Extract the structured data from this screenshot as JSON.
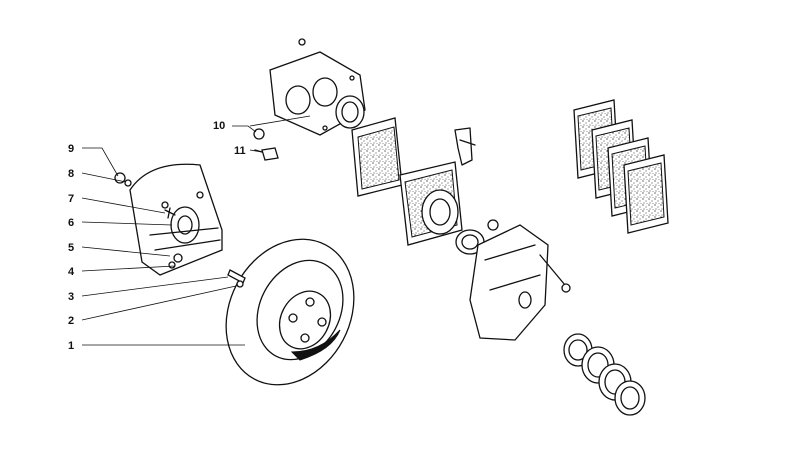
{
  "callouts": [
    {
      "id": "9",
      "text": "9"
    },
    {
      "id": "8",
      "text": "8"
    },
    {
      "id": "7",
      "text": "7"
    },
    {
      "id": "6",
      "text": "6"
    },
    {
      "id": "5",
      "text": "5"
    },
    {
      "id": "4",
      "text": "4"
    },
    {
      "id": "3",
      "text": "3"
    },
    {
      "id": "2",
      "text": "2"
    },
    {
      "id": "1",
      "text": "1"
    },
    {
      "id": "10",
      "text": "10"
    },
    {
      "id": "11",
      "text": "11"
    }
  ],
  "colors": {
    "ink": "#111111",
    "background": "#ffffff"
  }
}
